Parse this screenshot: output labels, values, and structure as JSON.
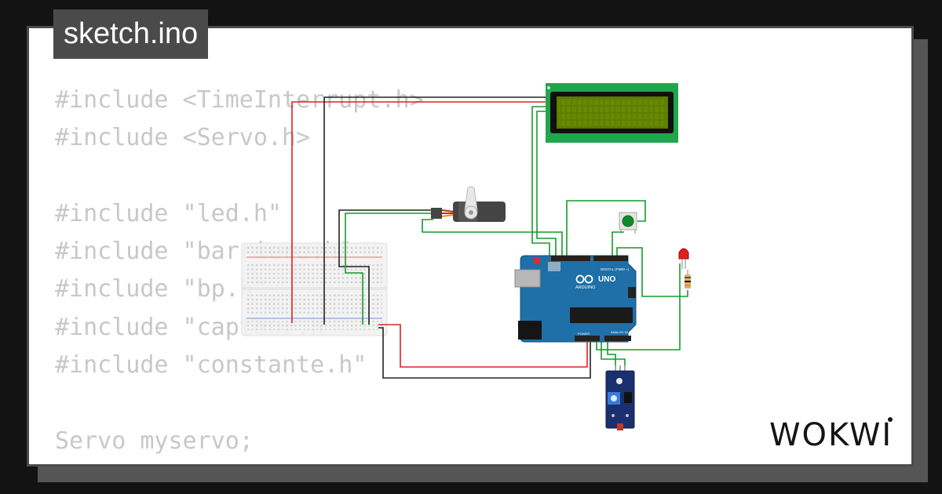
{
  "title": "sketch.ino",
  "code_lines": [
    "#include <TimeInterrupt.h>",
    "#include <Servo.h>",
    "",
    "#include \"led.h\"",
    "#include \"barriere.h\"",
    "#include \"bp.h\"",
    "#include \"capteur.h\"",
    "#include \"constante.h\"",
    "",
    "Servo myservo;"
  ],
  "circuit": {
    "components": [
      "breadboard",
      "lcd-display",
      "servo-motor",
      "arduino-uno",
      "pushbutton",
      "led-red",
      "resistor",
      "ir-sensor-module"
    ],
    "board_logo": "UNO",
    "board_brand": "ARDUINO",
    "board_header_digital": "DIGITAL (PWM ~)",
    "board_header_analog": "ANALOG IN",
    "board_header_power": "POWER"
  },
  "brand": {
    "logo_text": "WOKWI"
  },
  "colors": {
    "background": "#131313",
    "card": "#ffffff",
    "title_bg": "#4a4a4a",
    "code_text": "#c8c8c8",
    "wire_red": "#e02020",
    "wire_black": "#222222",
    "wire_green": "#179a2c",
    "board_blue": "#1f6fa8",
    "lcd_green": "#1fa64c",
    "lcd_screen": "#5a7a00"
  }
}
